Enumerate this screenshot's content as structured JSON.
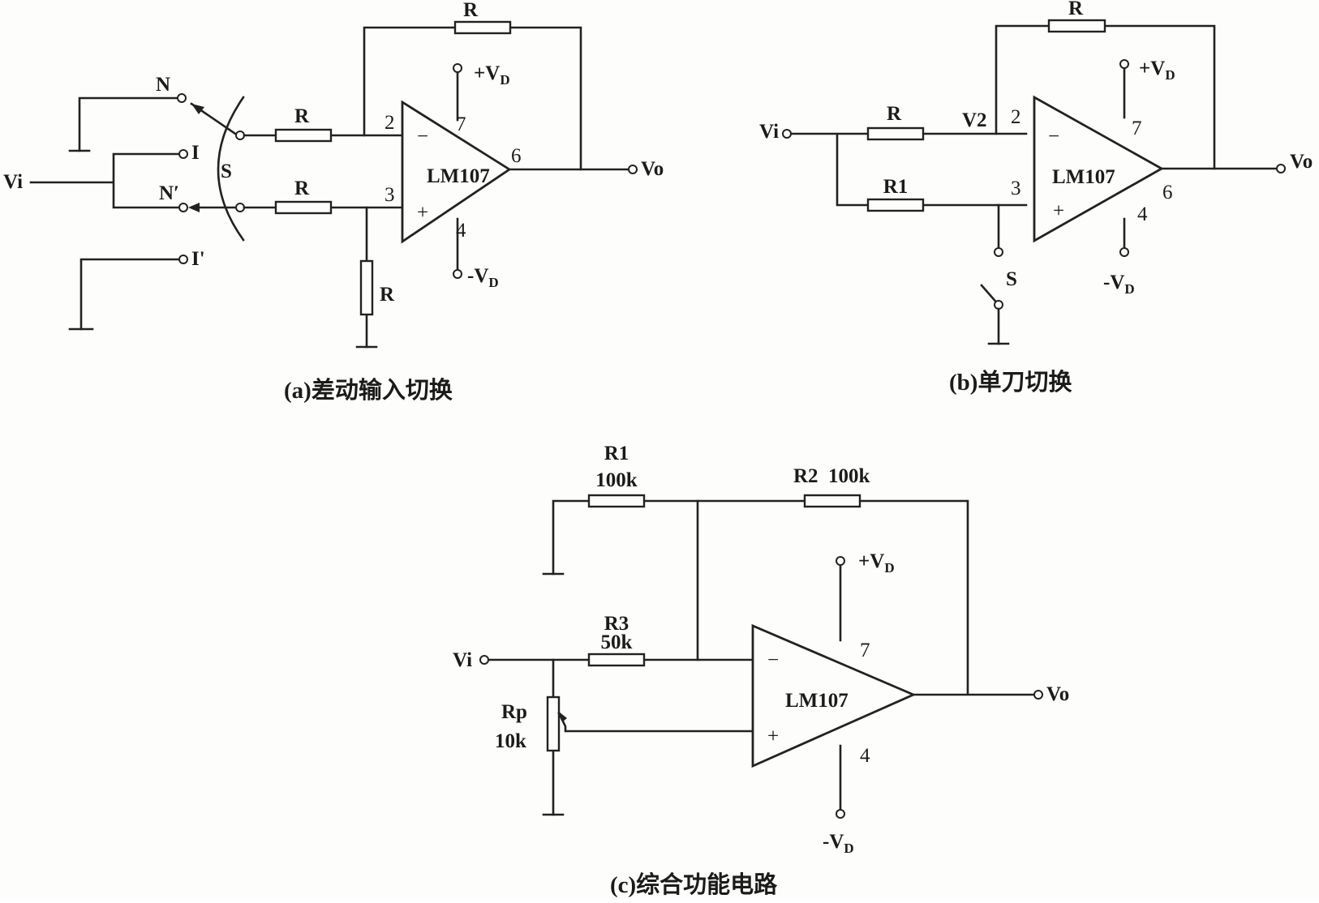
{
  "circuits": {
    "a": {
      "caption": "(a)差动输入切换",
      "opamp": "LM107",
      "resistor_feedback": "R",
      "resistor_inv": "R",
      "resistor_noninv": "R",
      "resistor_ground": "R",
      "switch": "S",
      "terminals": {
        "n": "N",
        "i": "I",
        "n_prime": "N′",
        "i_prime": "I'"
      },
      "input": "Vi",
      "output": "Vo",
      "supply_pos": "+V",
      "supply_neg": "-V",
      "supply_sub": "D",
      "pins": {
        "inv": "2",
        "noninv": "3",
        "vpos": "7",
        "vneg": "4",
        "out": "6"
      },
      "inv_sign": "−",
      "noninv_sign": "+"
    },
    "b": {
      "caption": "(b)单刀切换",
      "opamp": "LM107",
      "resistor_feedback": "R",
      "resistor_inv": "R",
      "resistor_noninv": "R1",
      "node_v2": "V2",
      "switch": "S",
      "input": "Vi",
      "output": "Vo",
      "supply_pos": "+V",
      "supply_neg": "-V",
      "supply_sub": "D",
      "pins": {
        "inv": "2",
        "noninv": "3",
        "vpos": "7",
        "vneg": "4",
        "out": "6"
      },
      "inv_sign": "−",
      "noninv_sign": "+"
    },
    "c": {
      "caption": "(c)综合功能电路",
      "opamp": "LM107",
      "r1_name": "R1",
      "r1_value": "100k",
      "r2_label": "R2  100k",
      "r3_name": "R3",
      "r3_value": "50k",
      "rp_name": "Rp",
      "rp_value": "10k",
      "input": "Vi",
      "output": "Vo",
      "supply_pos": "+V",
      "supply_neg": "-V",
      "supply_sub": "D",
      "pins": {
        "vpos": "7",
        "vneg": "4"
      },
      "inv_sign": "−",
      "noninv_sign": "+"
    }
  }
}
